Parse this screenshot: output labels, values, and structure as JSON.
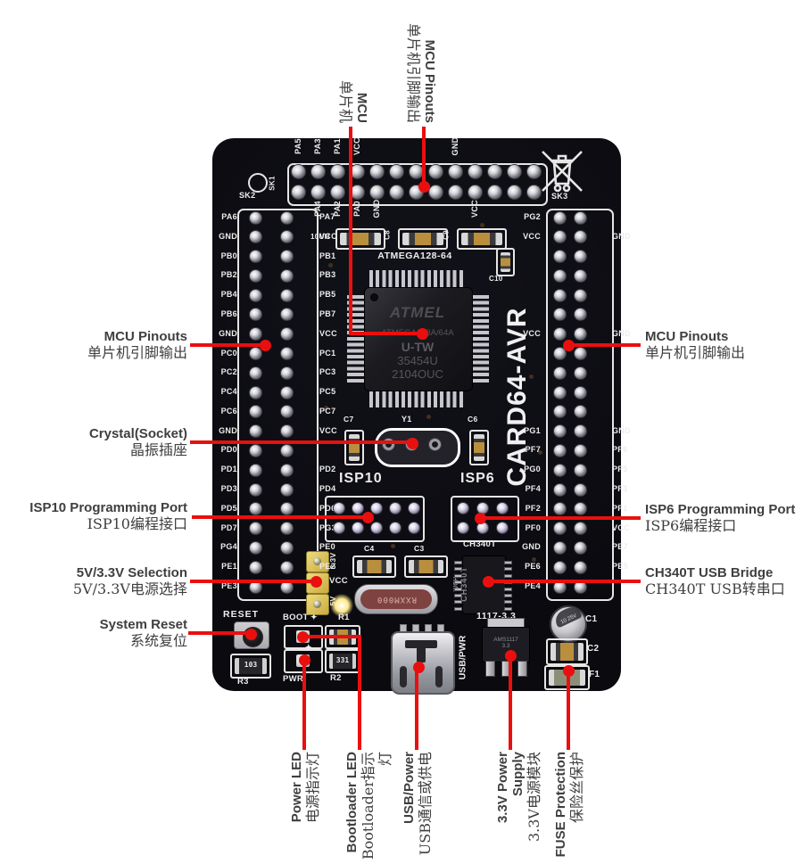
{
  "annotations": {
    "top": [
      {
        "en": "MCU Pinouts",
        "zh": "单片机引脚输出"
      },
      {
        "en": "MCU",
        "zh": "单片机"
      }
    ],
    "left": [
      {
        "en": "MCU Pinouts",
        "zh": "单片机引脚输出"
      },
      {
        "en": "Crystal(Socket)",
        "zh": "晶振插座"
      },
      {
        "en": "ISP10 Programming Port",
        "zh": "ISP10编程接口"
      },
      {
        "en": "5V/3.3V Selection",
        "zh": "5V/3.3V电源选择"
      },
      {
        "en": "System Reset",
        "zh": "系统复位"
      }
    ],
    "right": [
      {
        "en": "MCU Pinouts",
        "zh": "单片机引脚输出"
      },
      {
        "en": "ISP6 Programming Port",
        "zh": "ISP6编程接口"
      },
      {
        "en": "CH340T USB Bridge",
        "zh": "CH340T USB转串口"
      }
    ],
    "bottom": [
      {
        "en": "Power LED",
        "zh": "电源指示灯"
      },
      {
        "en": "Bootloader LED",
        "zh": "Bootloader指示灯"
      },
      {
        "en": "USB/Power",
        "zh": "USB通信或供电"
      },
      {
        "en": "3.3V Power Supply",
        "zh": "3.3V电源模块"
      },
      {
        "en": "FUSE Protection",
        "zh": "保险丝保护"
      }
    ]
  },
  "board": {
    "name_vertical": "CARD64-AVR",
    "sk1": "SK1",
    "sk2": "SK2",
    "sk3": "SK3",
    "top_header": {
      "cols": 13,
      "labels_above": [
        {
          "col": 0,
          "text": "PA5"
        },
        {
          "col": 1,
          "text": "PA3"
        },
        {
          "col": 2,
          "text": "PA1"
        },
        {
          "col": 3,
          "text": "VCC"
        },
        {
          "col": 8,
          "text": "GND"
        }
      ],
      "labels_below": [
        {
          "col": 1,
          "text": "PA4"
        },
        {
          "col": 2,
          "text": "PA2"
        },
        {
          "col": 3,
          "text": "PA0"
        },
        {
          "col": 4,
          "text": "GND"
        },
        {
          "col": 9,
          "text": "VCC"
        }
      ]
    },
    "left_header": {
      "left_labels": [
        "PA6",
        "GND",
        "PB0",
        "PB2",
        "PB4",
        "PB6",
        "GND",
        "PC0",
        "PC2",
        "PC4",
        "PC6",
        "GND",
        "PD0",
        "PD1",
        "PD3",
        "PD5",
        "PD7",
        "PG4",
        "PE1",
        "PE3"
      ],
      "right_labels": [
        "PA7",
        "VCC",
        "PB1",
        "PB3",
        "PB5",
        "PB7",
        "VCC",
        "PC1",
        "PC3",
        "PC5",
        "PC7",
        "VCC",
        "",
        "PD2",
        "PD4",
        "PD6",
        "PG3",
        "PE0",
        "PE2",
        ""
      ]
    },
    "right_header": {
      "left_labels": [
        "PG2",
        "VCC",
        "",
        "",
        "",
        "",
        "VCC",
        "",
        "",
        "",
        "",
        "PG1",
        "PF7",
        "PG0",
        "PF4",
        "PF2",
        "PF0",
        "GND",
        "PE6",
        "PE4"
      ],
      "right_labels": [
        "",
        "GND",
        "",
        "",
        "",
        "",
        "GND",
        "",
        "",
        "",
        "",
        "GND",
        "PF6",
        "PF5",
        "PF3",
        "PF1",
        "VCC",
        "PE7",
        "PE5",
        ""
      ]
    },
    "silk": {
      "inductor": "10UH",
      "c8": "C8",
      "c9": "C9",
      "c10": "C10",
      "mcu": "ATMEGA128-64",
      "c7": "C7",
      "y1": "Y1",
      "c6": "C6",
      "isp10": "ISP10",
      "isp6": "ISP6",
      "c4": "C4",
      "c3": "C3",
      "ch340t": "CH340T",
      "sel_33": "3.3V",
      "sel_vcc": "VCC",
      "sel_5": "5V",
      "reset": "RESET",
      "boot": "BOOT",
      "r1": "R1",
      "r2": "R2",
      "r3": "R3",
      "pwr": "PWR",
      "reg": "1117-3.3",
      "usb_pwr": "USB/PWR",
      "c1": "C1",
      "c2": "C2",
      "f1": "F1"
    },
    "chip": {
      "brand": "ATMEL",
      "line1": "ATMEGA128A/64A",
      "line2": "U-TW",
      "line3": "35454U",
      "line4": "2104OUC"
    },
    "parts": {
      "crystal_marking": "RXXM000",
      "r2_value": "331",
      "r3_value": "103",
      "ch340_brand": "WCH",
      "ch340_marking": "CH340T",
      "regulator_line1": "AMS1117",
      "regulator_line2": "3.3",
      "cap_c1_marking": "10 25V"
    }
  },
  "colors": {
    "annotation_red": "#ea0f0f",
    "board_black": "#0b0b10",
    "silk_white": "#ededed",
    "select_pin_yellow": "#e0c95f",
    "text_gray": "#3f3f3f"
  }
}
